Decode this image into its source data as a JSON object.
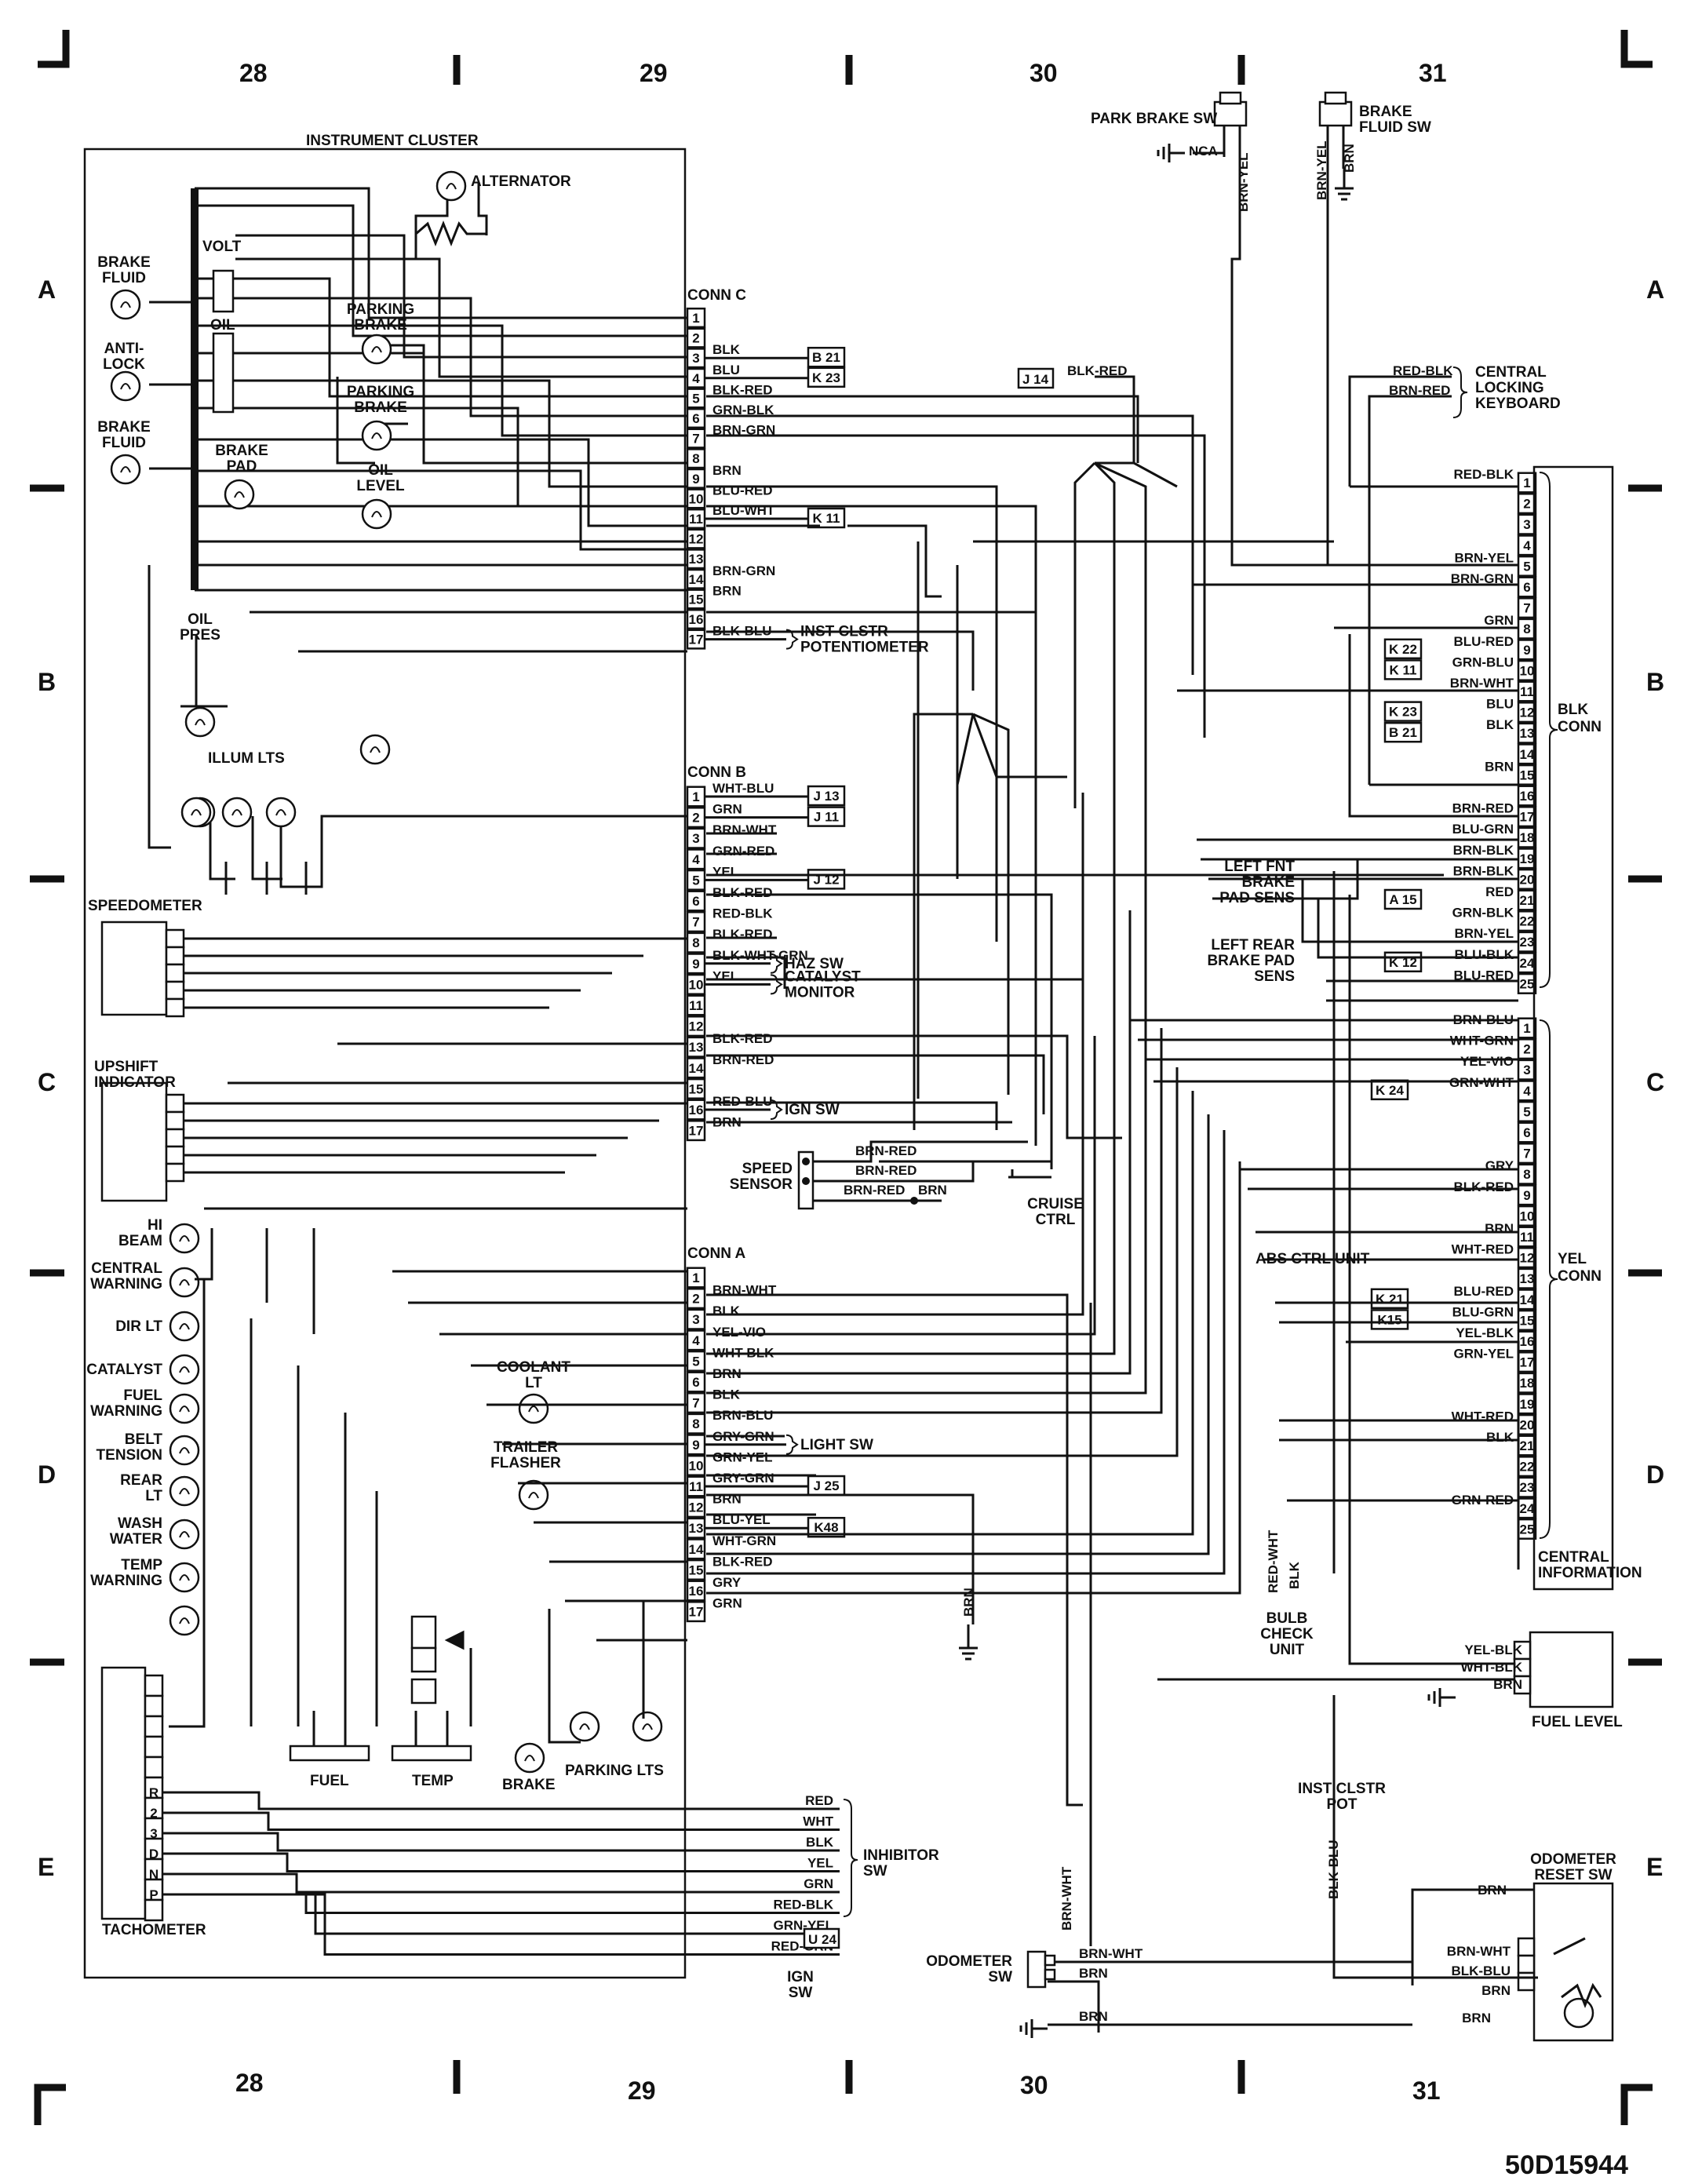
{
  "columns": [
    "28",
    "29",
    "30",
    "31"
  ],
  "rows": [
    "A",
    "B",
    "C",
    "D",
    "E"
  ],
  "diagram_code": "50D15944",
  "instrument_cluster": {
    "title": "INSTRUMENT CLUSTER",
    "components": {
      "alternator": "ALTERNATOR",
      "volt": "VOLT",
      "oil": "OIL",
      "brake_fluid_1": [
        "BRAKE",
        "FLUID"
      ],
      "anti_lock": [
        "ANTI-",
        "LOCK"
      ],
      "brake_fluid_2": [
        "BRAKE",
        "FLUID"
      ],
      "parking_brake_1": [
        "PARKING",
        "BRAKE"
      ],
      "parking_brake_2": [
        "PARKING",
        "BRAKE"
      ],
      "oil_level": [
        "OIL",
        "LEVEL"
      ],
      "brake_pad": [
        "BRAKE",
        "PAD"
      ],
      "oil_pres": [
        "OIL",
        "PRES"
      ],
      "illum_lts": "ILLUM LTS",
      "speedometer": "SPEEDOMETER",
      "upshift": [
        "UPSHIFT",
        "INDICATOR"
      ],
      "hi_beam": [
        "HI",
        "BEAM"
      ],
      "central_warning": [
        "CENTRAL",
        "WARNING"
      ],
      "dir_lt": "DIR LT",
      "catalyst": "CATALYST",
      "fuel_warning": [
        "FUEL",
        "WARNING"
      ],
      "belt_tension": [
        "BELT",
        "TENSION"
      ],
      "rear_lt": [
        "REAR",
        "LT"
      ],
      "wash_water": [
        "WASH",
        "WATER"
      ],
      "temp_warning": [
        "TEMP",
        "WARNING"
      ],
      "coolant_lt": [
        "COOLANT",
        "LT"
      ],
      "trailer_flasher": [
        "TRAILER",
        "FLASHER"
      ],
      "tachometer": "TACHOMETER",
      "fuel": "FUEL",
      "temp": "TEMP",
      "brake": "BRAKE",
      "parking_lts": "PARKING   LTS",
      "tach_pins": [
        "R",
        "2",
        "3",
        "D",
        "N",
        "P"
      ]
    }
  },
  "conn_c": {
    "title": "CONN C",
    "pins": [
      {
        "n": "1",
        "wire": ""
      },
      {
        "n": "2",
        "wire": ""
      },
      {
        "n": "3",
        "wire": "BLK",
        "tag": "B 21"
      },
      {
        "n": "4",
        "wire": "BLU",
        "tag": "K 23"
      },
      {
        "n": "5",
        "wire": "BLK-RED"
      },
      {
        "n": "6",
        "wire": "GRN-BLK"
      },
      {
        "n": "7",
        "wire": "BRN-GRN"
      },
      {
        "n": "8",
        "wire": ""
      },
      {
        "n": "9",
        "wire": "BRN"
      },
      {
        "n": "10",
        "wire": "BLU-RED"
      },
      {
        "n": "11",
        "wire": "BLU-WHT",
        "tag": "K 11"
      },
      {
        "n": "12",
        "wire": ""
      },
      {
        "n": "13",
        "wire": ""
      },
      {
        "n": "14",
        "wire": "BRN-GRN"
      },
      {
        "n": "15",
        "wire": "BRN"
      },
      {
        "n": "16",
        "wire": ""
      },
      {
        "n": "17",
        "wire": "BLK-BLU",
        "note": [
          "INST CLSTR",
          "POTENTIOMETER"
        ]
      }
    ]
  },
  "conn_b": {
    "title": "CONN B",
    "pins": [
      {
        "n": "1",
        "wire": "WHT-BLU",
        "tag": "J 13"
      },
      {
        "n": "2",
        "wire": "GRN",
        "tag": "J 11"
      },
      {
        "n": "3",
        "wire": "BRN-WHT"
      },
      {
        "n": "4",
        "wire": "GRN-RED"
      },
      {
        "n": "5",
        "wire": "YEL",
        "tag": "J 12"
      },
      {
        "n": "6",
        "wire": "BLK-RED"
      },
      {
        "n": "7",
        "wire": "RED-BLK"
      },
      {
        "n": "8",
        "wire": "BLK-RED"
      },
      {
        "n": "9",
        "wire": "BLK-WHT-GRN",
        "note": [
          "HAZ SW"
        ]
      },
      {
        "n": "10",
        "wire": "YEL",
        "note": [
          "CATALYST",
          "MONITOR"
        ]
      },
      {
        "n": "11",
        "wire": ""
      },
      {
        "n": "12",
        "wire": ""
      },
      {
        "n": "13",
        "wire": "BLK-RED"
      },
      {
        "n": "14",
        "wire": "BRN-RED"
      },
      {
        "n": "15",
        "wire": ""
      },
      {
        "n": "16",
        "wire": "RED-BLU",
        "note": [
          "IGN SW"
        ]
      },
      {
        "n": "17",
        "wire": "BRN"
      }
    ]
  },
  "conn_a": {
    "title": "CONN A",
    "pins": [
      {
        "n": "1",
        "wire": ""
      },
      {
        "n": "2",
        "wire": "BRN-WHT"
      },
      {
        "n": "3",
        "wire": "BLK"
      },
      {
        "n": "4",
        "wire": "YEL-VIO"
      },
      {
        "n": "5",
        "wire": "WHT-BLK"
      },
      {
        "n": "6",
        "wire": "BRN"
      },
      {
        "n": "7",
        "wire": "BLK"
      },
      {
        "n": "8",
        "wire": "BRN-BLU"
      },
      {
        "n": "9",
        "wire": "GRY-GRN",
        "note": [
          "LIGHT SW"
        ]
      },
      {
        "n": "10",
        "wire": "GRN-YEL"
      },
      {
        "n": "11",
        "wire": "GRY-GRN",
        "tag": "J 25"
      },
      {
        "n": "12",
        "wire": "BRN"
      },
      {
        "n": "13",
        "wire": "BLU-YEL",
        "tag": "K48"
      },
      {
        "n": "14",
        "wire": "WHT-GRN"
      },
      {
        "n": "15",
        "wire": "BLK-RED"
      },
      {
        "n": "16",
        "wire": "GRY"
      },
      {
        "n": "17",
        "wire": "GRN"
      }
    ]
  },
  "blk_conn": {
    "title": "BLK CONN",
    "pins": [
      {
        "n": "1",
        "wire": "RED-BLK"
      },
      {
        "n": "2",
        "wire": ""
      },
      {
        "n": "3",
        "wire": ""
      },
      {
        "n": "4",
        "wire": ""
      },
      {
        "n": "5",
        "wire": "BRN-YEL"
      },
      {
        "n": "6",
        "wire": "BRN-GRN"
      },
      {
        "n": "7",
        "wire": ""
      },
      {
        "n": "8",
        "wire": "GRN"
      },
      {
        "n": "9",
        "wire": "BLU-RED",
        "tag": "K 22"
      },
      {
        "n": "10",
        "wire": "GRN-BLU",
        "tag": "K 11"
      },
      {
        "n": "11",
        "wire": "BRN-WHT"
      },
      {
        "n": "12",
        "wire": "BLU",
        "tag": "K 23"
      },
      {
        "n": "13",
        "wire": "BLK",
        "tag": "B 21"
      },
      {
        "n": "14",
        "wire": ""
      },
      {
        "n": "15",
        "wire": "BRN"
      },
      {
        "n": "16",
        "wire": ""
      },
      {
        "n": "17",
        "wire": "BRN-RED"
      },
      {
        "n": "18",
        "wire": "BLU-GRN"
      },
      {
        "n": "19",
        "wire": "BRN-BLK"
      },
      {
        "n": "20",
        "wire": "BRN-BLK"
      },
      {
        "n": "21",
        "wire": "RED",
        "tag": "A 15"
      },
      {
        "n": "22",
        "wire": "GRN-BLK"
      },
      {
        "n": "23",
        "wire": "BRN-YEL"
      },
      {
        "n": "24",
        "wire": "BLU-BLK",
        "tag": "K 12"
      },
      {
        "n": "25",
        "wire": "BLU-RED"
      }
    ]
  },
  "yel_conn": {
    "title": "YEL CONN",
    "pins": [
      {
        "n": "1",
        "wire": "BRN-BLU"
      },
      {
        "n": "2",
        "wire": "WHT-GRN"
      },
      {
        "n": "3",
        "wire": "YEL-VIO"
      },
      {
        "n": "4",
        "wire": "GRN-WHT",
        "tag": "K 24"
      },
      {
        "n": "5",
        "wire": ""
      },
      {
        "n": "6",
        "wire": ""
      },
      {
        "n": "7",
        "wire": ""
      },
      {
        "n": "8",
        "wire": "GRY"
      },
      {
        "n": "9",
        "wire": "BLK-RED"
      },
      {
        "n": "10",
        "wire": ""
      },
      {
        "n": "11",
        "wire": "BRN"
      },
      {
        "n": "12",
        "wire": "WHT-RED"
      },
      {
        "n": "13",
        "wire": ""
      },
      {
        "n": "14",
        "wire": "BLU-RED",
        "tag": "K 21"
      },
      {
        "n": "15",
        "wire": "BLU-GRN",
        "tag": "K15"
      },
      {
        "n": "16",
        "wire": "YEL-BLK"
      },
      {
        "n": "17",
        "wire": "GRN-YEL"
      },
      {
        "n": "18",
        "wire": ""
      },
      {
        "n": "19",
        "wire": ""
      },
      {
        "n": "20",
        "wire": "WHT-RED"
      },
      {
        "n": "21",
        "wire": "BLK"
      },
      {
        "n": "22",
        "wire": ""
      },
      {
        "n": "23",
        "wire": ""
      },
      {
        "n": "24",
        "wire": "GRN-RED"
      },
      {
        "n": "25",
        "wire": ""
      }
    ]
  },
  "tach_wires": [
    "RED",
    "WHT",
    "BLK",
    "YEL",
    "GRN",
    "RED-BLK",
    "GRN-YEL",
    "RED-GRN"
  ],
  "labels": {
    "park_brake_sw": "PARK BRAKE SW",
    "nca": "NCA",
    "brake_fluid_sw": [
      "BRAKE",
      "FLUID SW"
    ],
    "brn_yel": "BRN-YEL",
    "brn_yel2": "BRN-YEL",
    "brn": "BRN",
    "j14": "J 14",
    "blk_red": "BLK-RED",
    "red_blk_top": "RED-BLK",
    "brn_red_top": "BRN-RED",
    "central_locking": [
      "CENTRAL",
      "LOCKING",
      "KEYBOARD"
    ],
    "left_fnt_brake": [
      "LEFT FNT",
      "BRAKE",
      "PAD SENS"
    ],
    "left_rear_brake": [
      "LEFT REAR",
      "BRAKE PAD",
      "SENS"
    ],
    "abs_ctrl_unit": "ABS CTRL UNIT",
    "central_information": [
      "CENTRAL",
      "INFORMATION"
    ],
    "speed_sensor": [
      "SPEED",
      "SENSOR"
    ],
    "brn_red": "BRN-RED",
    "cruise_ctrl": [
      "CRUISE",
      "CTRL"
    ],
    "bulb_check": [
      "BULB",
      "CHECK",
      "UNIT"
    ],
    "red_wht": "RED-WHT",
    "blk": "BLK",
    "fuel_level": "FUEL LEVEL",
    "yel_blk": "YEL-BLK",
    "wht_blk": "WHT-BLK",
    "inst_clstr_pot": [
      "INST CLSTR",
      "POT"
    ],
    "blk_blu": "BLK-BLU",
    "odometer_reset": [
      "ODOMETER",
      "RESET SW"
    ],
    "odometer_sw": [
      "ODOMETER",
      "SW"
    ],
    "brn_wht": "BRN-WHT",
    "inhibitor_sw": [
      "INHIBITOR",
      "SW"
    ],
    "ign_sw": [
      "IGN",
      "SW"
    ],
    "u24": "U 24"
  }
}
